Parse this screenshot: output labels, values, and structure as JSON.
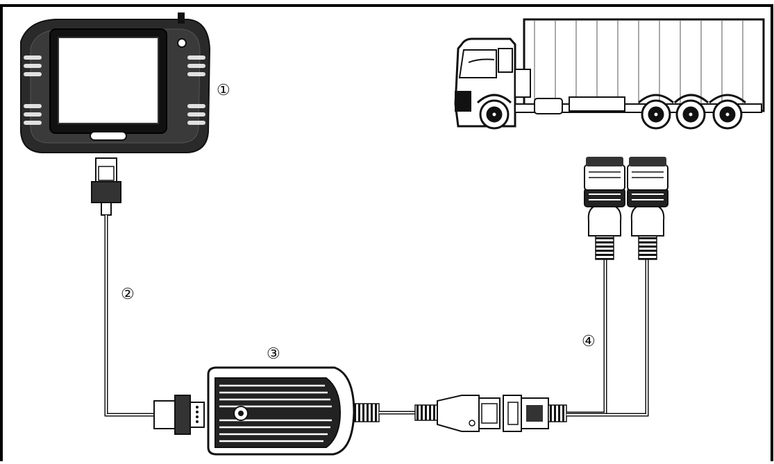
{
  "labels": {
    "device": "①",
    "cable": "②",
    "adapter": "③",
    "y_cable": "④"
  },
  "colors": {
    "stroke": "#111111",
    "fill_dark": "#222222",
    "background": "#ffffff"
  }
}
